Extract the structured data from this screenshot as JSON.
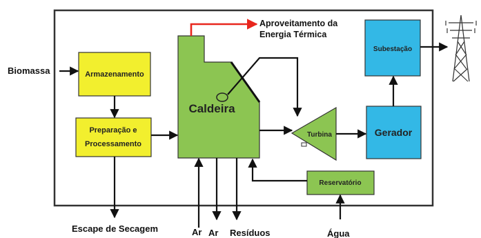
{
  "colors": {
    "yellow": "#f2ef2e",
    "green": "#8cc552",
    "blue": "#33b8e6",
    "red": "#e8261d",
    "line": "#111111"
  },
  "inputs": {
    "biomassa": "Biomassa",
    "ar1": "Ar",
    "ar2": "Ar",
    "agua": "Água"
  },
  "outputs": {
    "escape": "Escape de Secagem",
    "residuos": "Resíduos",
    "thermal_line1": "Aproveitamento da",
    "thermal_line2": "Energia Térmica"
  },
  "blocks": {
    "armazenamento": "Armazenamento",
    "preparacao_line1": "Preparação e",
    "preparacao_line2": "Processamento",
    "caldeira": "Caldeira",
    "turbina": "Turbina",
    "gerador": "Gerador",
    "subestacao": "Subestação",
    "reservatorio": "Reservatório"
  },
  "icons": {
    "tower": "transmission-tower-icon"
  }
}
